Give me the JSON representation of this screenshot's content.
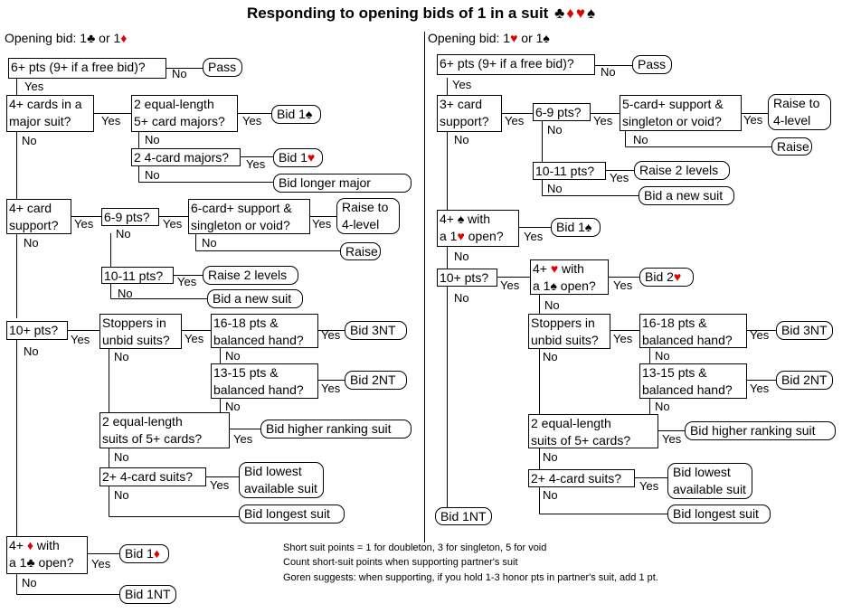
{
  "title": "Responding to opening bids of 1 in a suit",
  "title_suits": [
    {
      "glyph": "♣",
      "color": "#000000"
    },
    {
      "glyph": "♦",
      "color": "#e00000"
    },
    {
      "glyph": "♥",
      "color": "#e00000"
    },
    {
      "glyph": "♠",
      "color": "#000000"
    }
  ],
  "left": {
    "heading": {
      "text": "Opening bid: 1",
      "s1": "♣",
      "mid": " or 1",
      "s2": "♦"
    },
    "q_points": "6+ pts (9+ if a free bid)?",
    "r_pass": "Pass",
    "q_major": [
      "4+ cards in a",
      "major suit?"
    ],
    "q_equal_majors": [
      "2 equal-length",
      "5+ card majors?"
    ],
    "r_bid_1s": {
      "text": "Bid 1",
      "suit": "♠"
    },
    "q_four_majors": "2 4-card majors?",
    "r_bid_1h": {
      "text": "Bid 1",
      "suit": "♥"
    },
    "r_longer_major": "Bid longer major",
    "q_support": [
      "4+ card",
      "support?"
    ],
    "q_6_9": "6-9 pts?",
    "q_6card": [
      "6-card+ support &",
      "singleton or void?"
    ],
    "r_raise4": [
      "Raise to",
      "4-level"
    ],
    "r_raise": "Raise",
    "q_10_11": "10-11 pts?",
    "r_raise2": "Raise 2 levels",
    "r_new_suit": "Bid a new suit",
    "q_10plus": "10+ pts?",
    "q_stoppers": [
      "Stoppers in",
      "unbid suits?"
    ],
    "q_16_18": [
      "16-18 pts &",
      "balanced hand?"
    ],
    "r_3nt": "Bid 3NT",
    "q_13_15": [
      "13-15 pts &",
      "balanced hand?"
    ],
    "r_2nt": "Bid 2NT",
    "q_equal_suits": [
      "2 equal-length",
      "suits of 5+ cards?"
    ],
    "r_higher": "Bid higher ranking suit",
    "q_four_suits": "2+ 4-card suits?",
    "r_lowest": [
      "Bid lowest",
      "available suit"
    ],
    "r_longest": "Bid longest suit",
    "q_diamond": {
      "l1a": "4+ ",
      "l1s": "♦",
      "l1b": " with",
      "l2a": "a 1",
      "l2s": "♣",
      "l2b": " open?"
    },
    "r_bid_1d": {
      "text": "Bid 1",
      "suit": "♦"
    },
    "r_1nt": "Bid 1NT"
  },
  "right": {
    "heading": {
      "text": "Opening bid: 1",
      "s1": "♥",
      "mid": " or 1",
      "s2": "♠"
    },
    "q_points": "6+ pts (9+ if a free bid)?",
    "r_pass": "Pass",
    "q_support": [
      "3+ card",
      "support?"
    ],
    "q_6_9": "6-9 pts?",
    "q_5card": [
      "5-card+ support &",
      "singleton or void?"
    ],
    "r_raise4": [
      "Raise to",
      "4-level"
    ],
    "r_raise": "Raise",
    "q_10_11": "10-11 pts?",
    "r_raise2": "Raise 2 levels",
    "r_new_suit": "Bid a new suit",
    "q_spade": {
      "l1a": "4+ ",
      "l1s": "♠",
      "l1b": " with",
      "l2a": "a 1",
      "l2s": "♥",
      "l2b": "  open?"
    },
    "r_bid_1s": {
      "text": "Bid 1",
      "suit": "♠"
    },
    "q_10plus": "10+ pts?",
    "q_heart": {
      "l1a": "4+ ",
      "l1s": "♥",
      "l1b": " with",
      "l2a": "a 1",
      "l2s": "♠",
      "l2b": "  open?"
    },
    "r_bid_2h": {
      "text": "Bid 2",
      "suit": "♥"
    },
    "q_stoppers": [
      "Stoppers in",
      "unbid suits?"
    ],
    "q_16_18": [
      "16-18 pts &",
      "balanced hand?"
    ],
    "r_3nt": "Bid 3NT",
    "q_13_15": [
      "13-15 pts &",
      "balanced hand?"
    ],
    "r_2nt": "Bid 2NT",
    "q_equal_suits": [
      "2 equal-length",
      "suits of 5+ cards?"
    ],
    "r_higher": "Bid higher ranking suit",
    "q_four_suits": "2+ 4-card suits?",
    "r_lowest": [
      "Bid lowest",
      "available suit"
    ],
    "r_longest": "Bid longest suit",
    "r_1nt": "Bid 1NT"
  },
  "yes": "Yes",
  "no": "No",
  "notes": [
    "Short suit points = 1 for doubleton, 3 for singleton, 5 for void",
    "Count short-suit points  when supporting partner's suit",
    "Goren suggests: when supporting, if you hold 1-3 honor pts in partner's suit, add 1 pt."
  ]
}
